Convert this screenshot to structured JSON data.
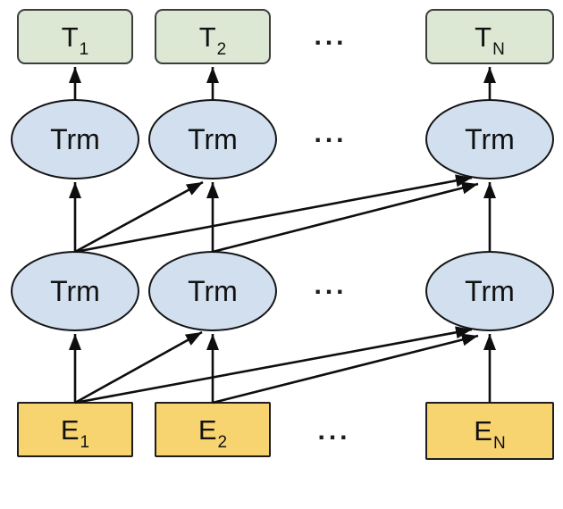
{
  "nodes": {
    "outputs": [
      {
        "base": "T",
        "sub": "1"
      },
      {
        "base": "T",
        "sub": "2"
      },
      {
        "base": "T",
        "sub": "N"
      }
    ],
    "transformers_upper": [
      {
        "label": "Trm"
      },
      {
        "label": "Trm"
      },
      {
        "label": "Trm"
      }
    ],
    "transformers_lower": [
      {
        "label": "Trm"
      },
      {
        "label": "Trm"
      },
      {
        "label": "Trm"
      }
    ],
    "embeddings": [
      {
        "base": "E",
        "sub": "1"
      },
      {
        "base": "E",
        "sub": "2"
      },
      {
        "base": "E",
        "sub": "N"
      }
    ]
  },
  "ellipsis": "...",
  "colors": {
    "output_fill": "#dce8d3",
    "transformer_fill": "#d1dfef",
    "embedding_fill": "#f8d470",
    "stroke": "#0e0e0e"
  }
}
